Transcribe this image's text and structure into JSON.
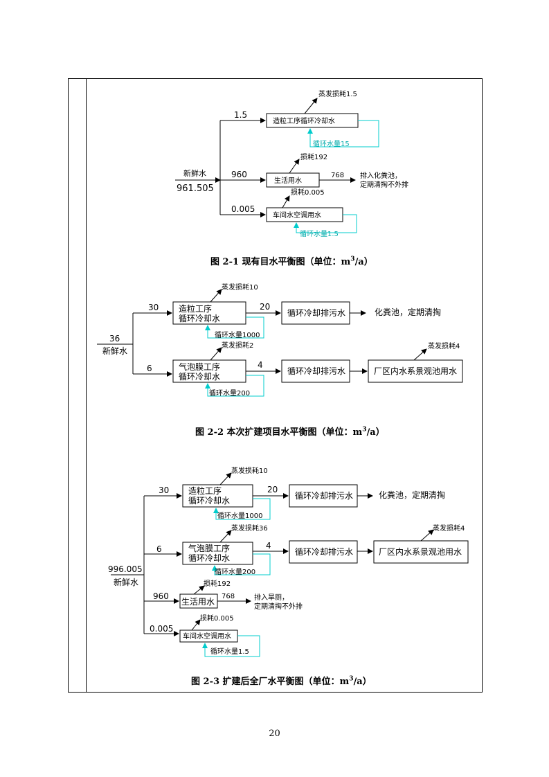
{
  "page_number": "20",
  "figure1": {
    "caption": "图 2-1    现有目水平衡图（单位：m³/a）",
    "caption_main": "图 2-1    现有目水平衡图（单位：m",
    "caption_sup": "3",
    "caption_tail": "/a）",
    "source_label": "新鲜水",
    "source_value": "961.505",
    "branches": [
      {
        "value": "1.5",
        "box": "造粒工序循环冷却水",
        "loss": "蒸发损耗1.5",
        "recycle": "循环水量15"
      },
      {
        "value": "960",
        "box": "生活用水",
        "loss": "损耗192",
        "out_value": "768",
        "out_line1": "排入化粪池，",
        "out_line2": "定期清掏不外排"
      },
      {
        "value": "0.005",
        "box": "车间水空调用水",
        "loss": "损耗0.005",
        "recycle": "循环水量1.5"
      }
    ]
  },
  "figure2": {
    "caption_main": "图 2-2    本次扩建项目水平衡图（单位：m",
    "caption_sup": "3",
    "caption_tail": "/a）",
    "source_label": "新鲜水",
    "source_value": "36",
    "branches": [
      {
        "value": "30",
        "box_line1": "造粒工序",
        "box_line2": "循环冷却水",
        "loss": "蒸发损耗10",
        "recycle": "循环水量1000",
        "out_value": "20",
        "out_box": "循环冷却排污水",
        "dest": "化粪池，定期清掏"
      },
      {
        "value": "6",
        "box_line1": "气泡膜工序",
        "box_line2": "循环冷却水",
        "loss": "蒸发损耗2",
        "recycle": "循环水量200",
        "out_value": "4",
        "out_box": "循环冷却排污水",
        "dest_box": "厂区内水系景观池用水",
        "dest_loss": "蒸发损耗4"
      }
    ]
  },
  "figure3": {
    "caption_main": "图 2-3    扩建后全厂水平衡图（单位：m",
    "caption_sup": "3",
    "caption_tail": "/a）",
    "source_label": "新鲜水",
    "source_value": "996.005",
    "branches": [
      {
        "value": "30",
        "box_line1": "造粒工序",
        "box_line2": "循环冷却水",
        "loss": "蒸发损耗10",
        "recycle": "循环水量1000",
        "out_value": "20",
        "out_box": "循环冷却排污水",
        "dest": "化粪池，定期清掏"
      },
      {
        "value": "6",
        "box_line1": "气泡膜工序",
        "box_line2": "循环冷却水",
        "loss": "蒸发损耗36",
        "recycle": "循环水量200",
        "out_value": "4",
        "out_box": "循环冷却排污水",
        "dest_box": "厂区内水系景观池用水",
        "dest_loss": "蒸发损耗4"
      },
      {
        "value": "960",
        "box": "生活用水",
        "loss": "损耗192",
        "out_value": "768",
        "out_line1": "排入旱厕，",
        "out_line2": "定期清掏不外排"
      },
      {
        "value": "0.005",
        "box": "车间水空调用水",
        "loss": "损耗0.005",
        "recycle": "循环水量1.5"
      }
    ]
  },
  "colors": {
    "recycle": "#00cccc",
    "line": "#000000"
  }
}
